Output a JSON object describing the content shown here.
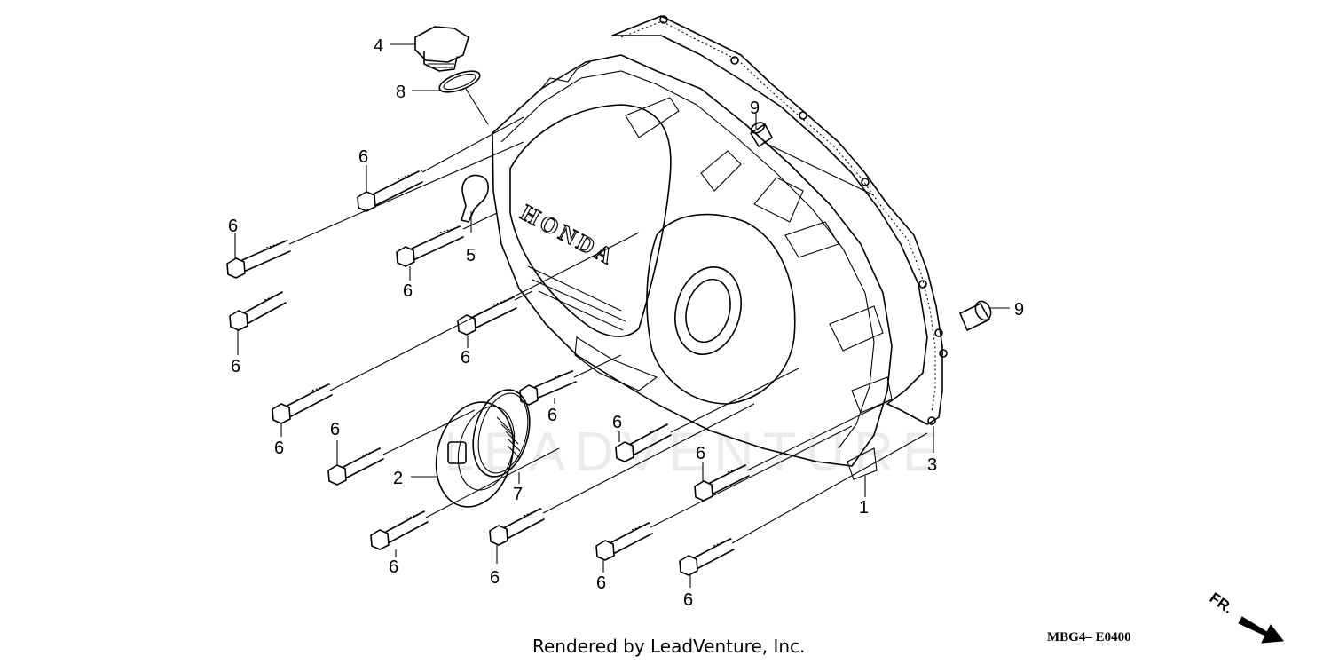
{
  "callouts": {
    "c1": "1",
    "c2": "2",
    "c3": "3",
    "c4": "4",
    "c5": "5",
    "c7": "7",
    "c8": "8",
    "c9a": "9",
    "c9b": "9",
    "bolt": "6"
  },
  "cover_brand": "HONDA",
  "watermark_text": "LEADVENTURE",
  "direction_label": "FR.",
  "footer": {
    "rendered_by": "Rendered by LeadVenture, Inc.",
    "diagram_code": "MBG4– E0400"
  }
}
